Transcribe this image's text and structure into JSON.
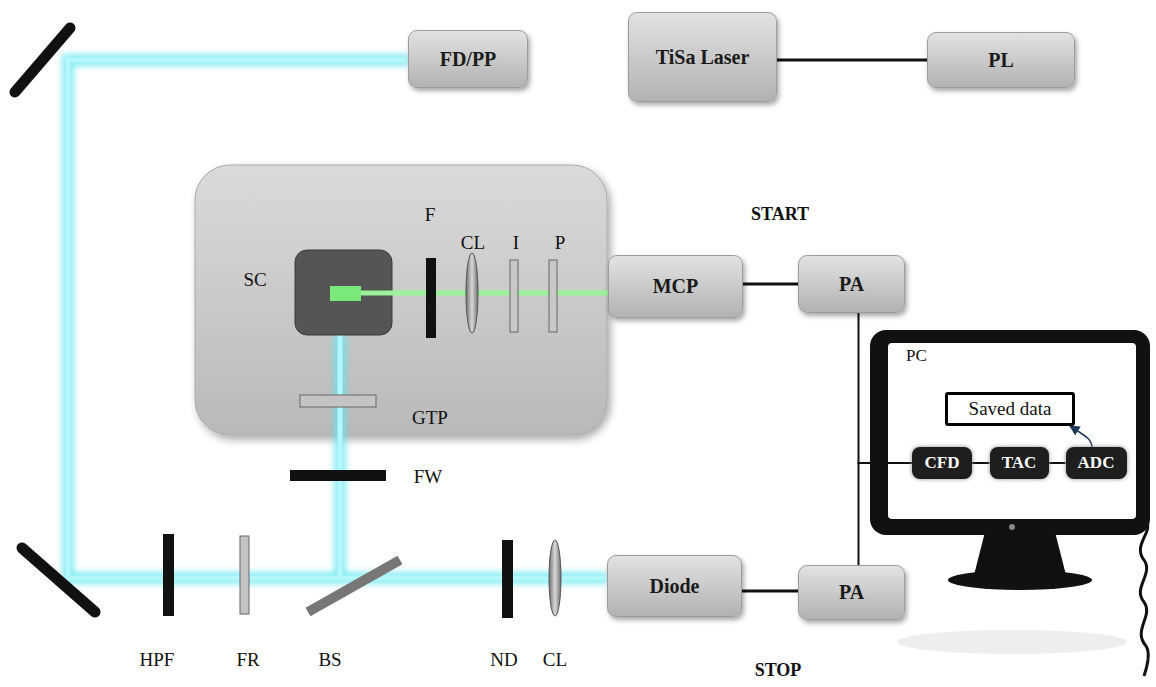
{
  "diagram": {
    "nodes": [
      {
        "text": [
          "FD/PP"
        ]
      },
      {
        "text": [
          "TiSa Laser"
        ]
      },
      {
        "text": [
          "PL"
        ]
      },
      {
        "text": [
          "MCP"
        ]
      },
      {
        "text": [
          "PA"
        ]
      },
      {
        "text": [
          "PC"
        ]
      },
      {
        "text": [
          "Saved data"
        ],
        "in": 5
      },
      {
        "text": [
          "CFD"
        ],
        "in": 5
      },
      {
        "text": [
          "TAC"
        ],
        "in": 5
      },
      {
        "text": [
          "ADC"
        ],
        "in": 5
      },
      {
        "text": [
          "Diode"
        ]
      },
      {
        "text": [
          "PA"
        ]
      }
    ],
    "edges": [
      {
        "from": 1,
        "to": 0,
        "arrow": "none"
      },
      {
        "from": 1,
        "to": 2,
        "arrow": "none"
      },
      {
        "from": 3,
        "to": 4,
        "arrow": "none"
      },
      {
        "from": 10,
        "to": 11,
        "arrow": "none"
      },
      {
        "from": 4,
        "to": 7,
        "arrow": "none"
      },
      {
        "from": 11,
        "to": 7,
        "arrow": "none"
      },
      {
        "from": 7,
        "to": 8,
        "arrow": "none"
      },
      {
        "from": 8,
        "to": 9,
        "arrow": "none"
      },
      {
        "from": 9,
        "to": 6,
        "arrow": "to"
      }
    ],
    "labels": [
      "START",
      "SC",
      "F",
      "CL",
      "I",
      "P",
      "GTP",
      "FW",
      "HPF",
      "FR",
      "BS",
      "ND",
      "CL",
      "STOP"
    ]
  }
}
